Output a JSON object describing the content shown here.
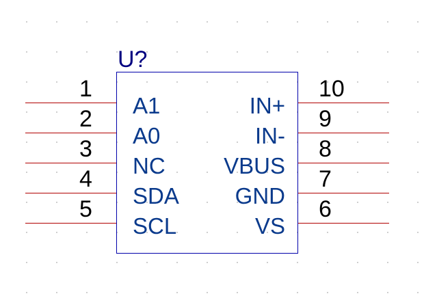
{
  "component": {
    "reference": "U?",
    "colors": {
      "body_outline": "#0000aa",
      "pin_line": "#b00000",
      "pin_name": "#0a3a8c",
      "pin_number": "#000000",
      "reference": "#000080"
    },
    "left_pins": [
      {
        "number": "1",
        "name": "A1"
      },
      {
        "number": "2",
        "name": "A0"
      },
      {
        "number": "3",
        "name": "NC"
      },
      {
        "number": "4",
        "name": "SDA"
      },
      {
        "number": "5",
        "name": "SCL"
      }
    ],
    "right_pins": [
      {
        "number": "10",
        "name": "IN+"
      },
      {
        "number": "9",
        "name": "IN-"
      },
      {
        "number": "8",
        "name": "VBUS"
      },
      {
        "number": "7",
        "name": "GND"
      },
      {
        "number": "6",
        "name": "VS"
      }
    ]
  }
}
